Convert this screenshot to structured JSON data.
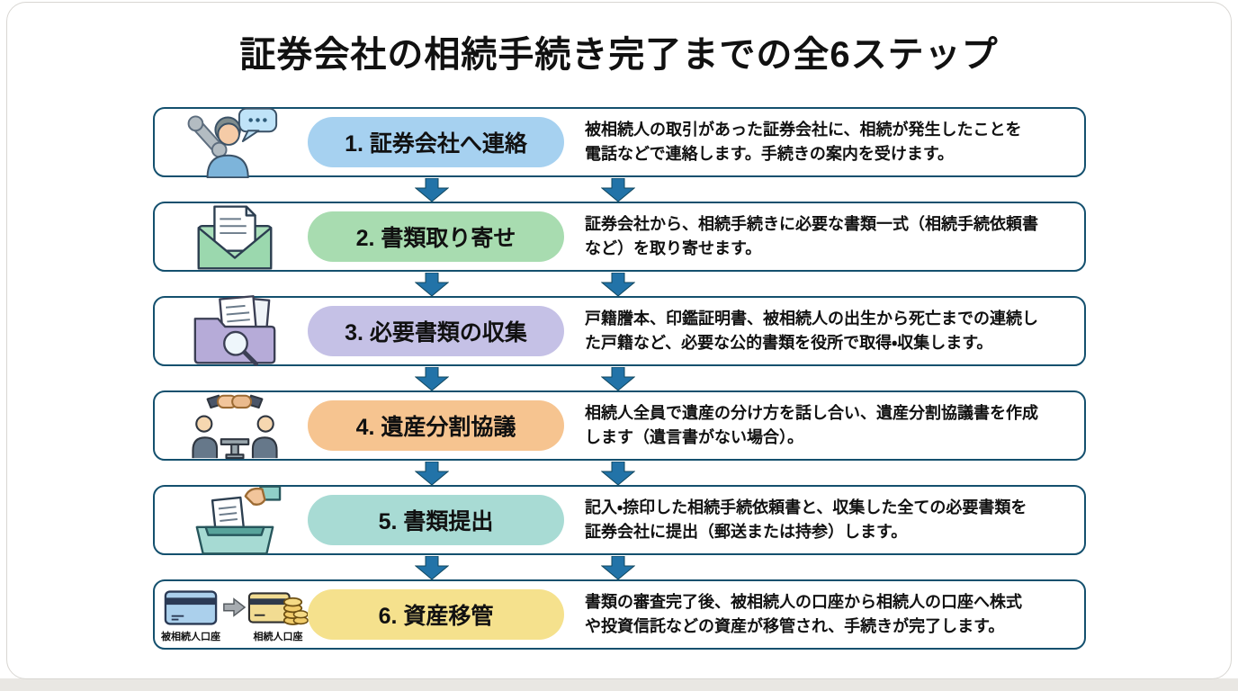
{
  "title": "証券会社の相続手続き完了までの全6ステップ",
  "colors": {
    "card_border": "#14506e",
    "arrow": "#2273a8",
    "page_bottom_strip": "#e9e7e3"
  },
  "steps": [
    {
      "icon": "phone-contact-icon",
      "label": "1. 証券会社へ連絡",
      "pill_color": "#a6d1f0",
      "description": "被相続人の取引があった証券会社に、相続が発生したことを\n電話などで連絡します。手続きの案内を受けます。"
    },
    {
      "icon": "envelope-documents-icon",
      "label": "2. 書類取り寄せ",
      "pill_color": "#a8dcb0",
      "description": "証券会社から、相続手続きに必要な書類一式（相続手続依頼書\nなど）を取り寄せます。"
    },
    {
      "icon": "folder-search-icon",
      "label": "3. 必要書類の収集",
      "pill_color": "#c5c1e6",
      "description": "戸籍謄本、印鑑証明書、被相続人の出生から死亡までの連続し\nた戸籍など、必要な公的書類を役所で取得・収集します。"
    },
    {
      "icon": "handshake-discussion-icon",
      "label": "4. 遺産分割協議",
      "pill_color": "#f6c490",
      "description": "相続人全員で遺産の分け方を話し合い、遺産分割協議書を作成\nします（遺言書がない場合）。"
    },
    {
      "icon": "submit-tray-icon",
      "label": "5. 書類提出",
      "pill_color": "#a8dbd4",
      "description": "記入・捺印した相続手続依頼書と、収集した全ての必要書類を\n証券会社に提出（郵送または持参）します。"
    },
    {
      "icon": "asset-transfer-icon",
      "label": "6. 資産移管",
      "pill_color": "#f5e18d",
      "description": "書類の審査完了後、被相続人の口座から相続人の口座へ株式\nや投資信託などの資産が移管され、手続きが完了します。",
      "icon_labels": [
        "被相続人口座",
        "相続人口座"
      ]
    }
  ]
}
